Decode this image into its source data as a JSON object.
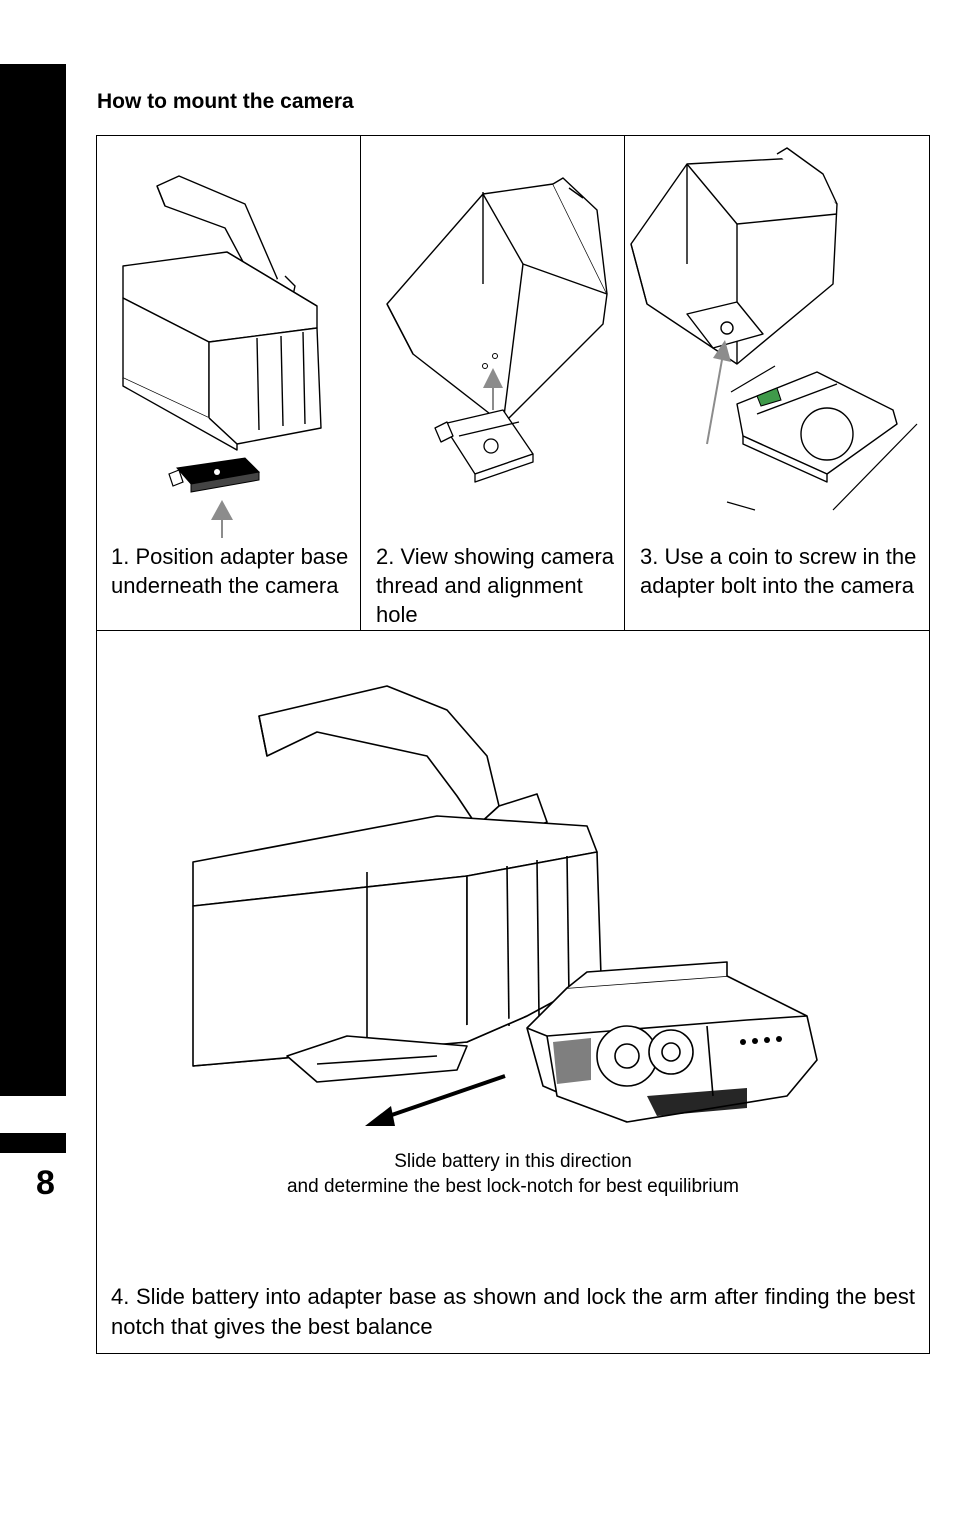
{
  "page": {
    "number": "8",
    "heading": "How to mount the camera"
  },
  "steps": [
    {
      "caption": "1. Position adapter base underneath the camera"
    },
    {
      "caption": "2. View showing camera thread and alignment hole"
    },
    {
      "caption": "3. Use a coin to screw in the adapter bolt into the camera"
    }
  ],
  "step4": {
    "note_line1": "Slide battery in this direction",
    "note_line2": "and determine the best lock-notch for best equilibrium",
    "caption": "4. Slide battery into adapter base as shown and lock the arm after finding the best notch that gives the best balance"
  },
  "colors": {
    "arrow_gray": "#8c8c8c",
    "line": "#000000",
    "plate_green": "#3f9a4a"
  }
}
